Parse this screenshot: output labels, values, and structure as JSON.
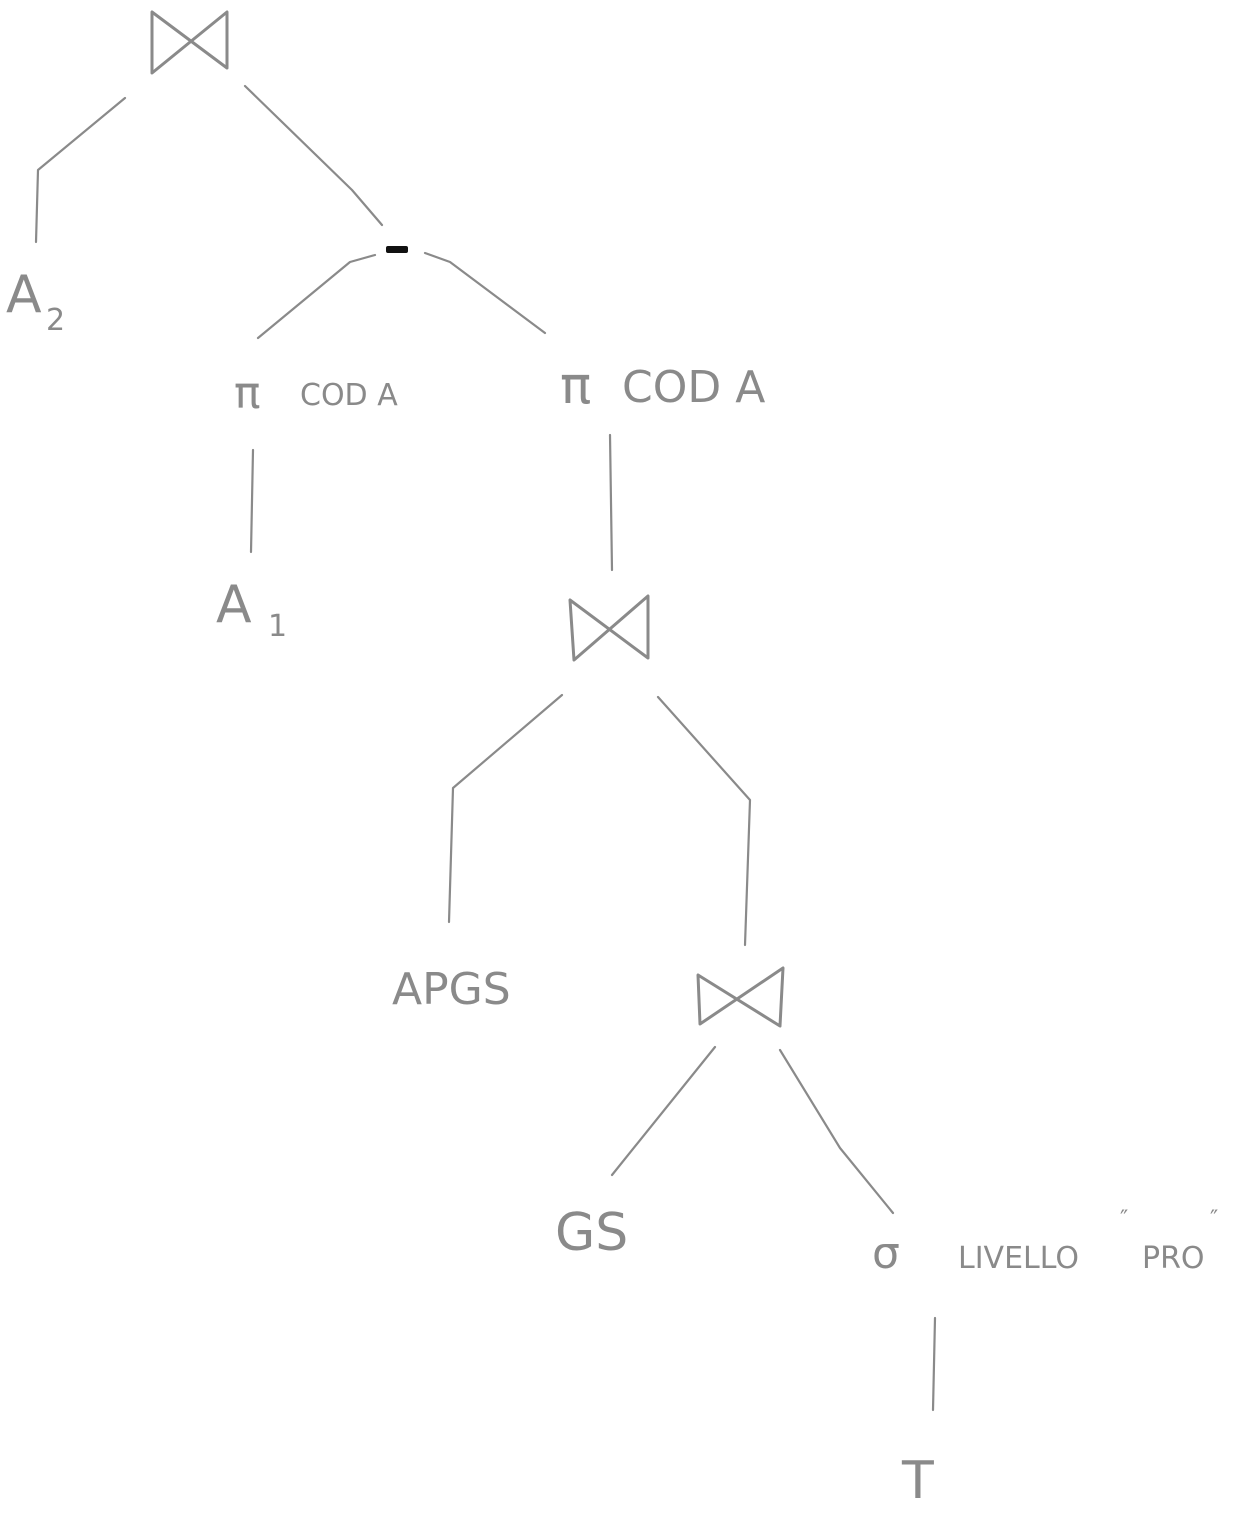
{
  "nodes": {
    "root_join": {
      "symbol": "⋈"
    },
    "a2": {
      "name": "A",
      "sub": "2"
    },
    "minus": {
      "symbol": "−"
    },
    "proj_left": {
      "symbol": "π",
      "attr": "COD A"
    },
    "a1": {
      "name": "A",
      "sub": "1"
    },
    "proj_right": {
      "symbol": "π",
      "attr": "COD A"
    },
    "join_mid": {
      "symbol": "⋈"
    },
    "apgs": {
      "name": "APGS"
    },
    "join_low": {
      "symbol": "⋈"
    },
    "gs": {
      "name": "GS"
    },
    "select": {
      "symbol": "σ",
      "attr": "LIVELLO",
      "value": "PRO"
    },
    "t": {
      "name": "T"
    }
  },
  "colors": {
    "ink": "#8a8a8a",
    "minus": "#111111",
    "background": "#ffffff"
  }
}
